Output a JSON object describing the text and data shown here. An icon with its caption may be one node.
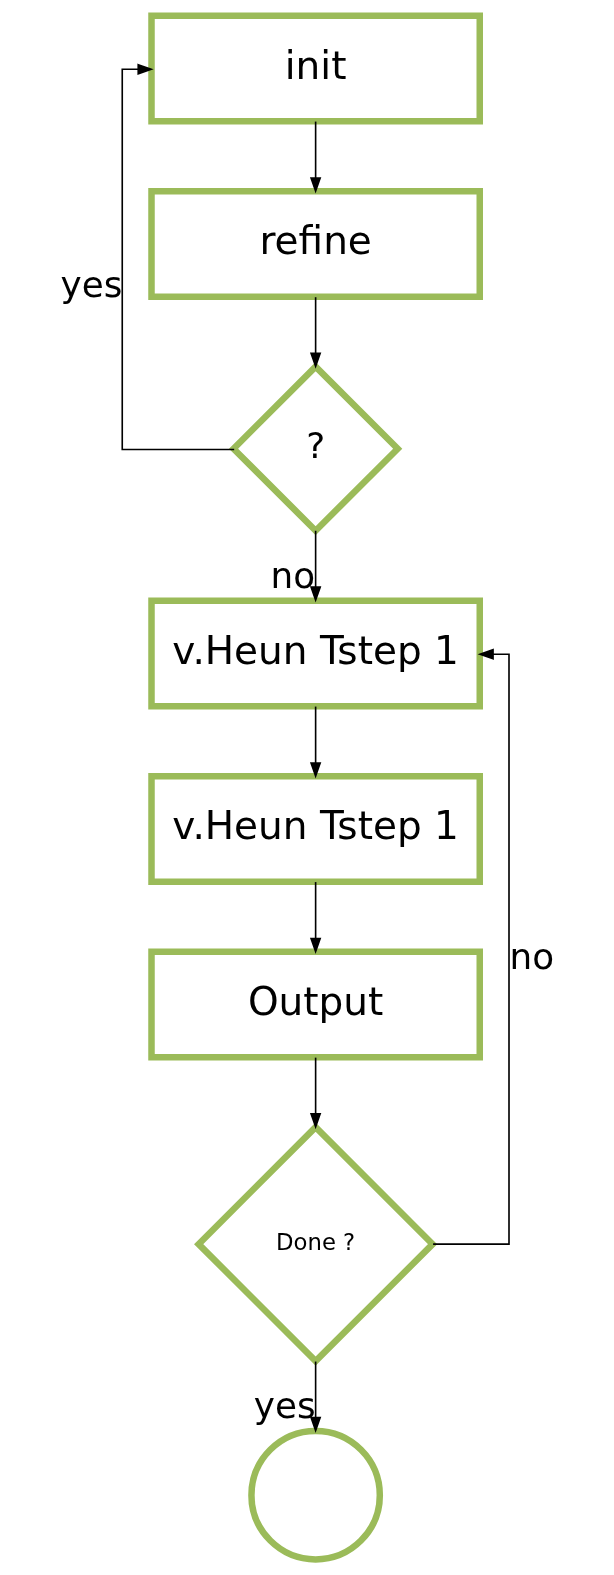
{
  "diagram": {
    "nodes": [
      {
        "text": [
          "init"
        ]
      },
      {
        "text": [
          "refine"
        ]
      },
      {
        "text": [
          "?"
        ]
      },
      {
        "text": [
          "v.Heun Tstep 1"
        ]
      },
      {
        "text": [
          "v.Heun Tstep 1"
        ]
      },
      {
        "text": [
          "Output"
        ]
      },
      {
        "text": [
          "Done ?"
        ]
      },
      {
        "text": [],
        "shape": "circle"
      }
    ],
    "edges": [
      {
        "from": 0,
        "to": 1,
        "arrow": "to"
      },
      {
        "from": 1,
        "to": 2,
        "arrow": "to"
      },
      {
        "from": 2,
        "to": 0,
        "arrow": "to",
        "label": "yes"
      },
      {
        "from": 2,
        "to": 3,
        "arrow": "to",
        "label": "no"
      },
      {
        "from": 3,
        "to": 4,
        "arrow": "to"
      },
      {
        "from": 4,
        "to": 5,
        "arrow": "to"
      },
      {
        "from": 5,
        "to": 6,
        "arrow": "to"
      },
      {
        "from": 6,
        "to": 3,
        "arrow": "to",
        "label": "no"
      },
      {
        "from": 6,
        "to": 7,
        "arrow": "to",
        "label": "yes"
      }
    ]
  }
}
